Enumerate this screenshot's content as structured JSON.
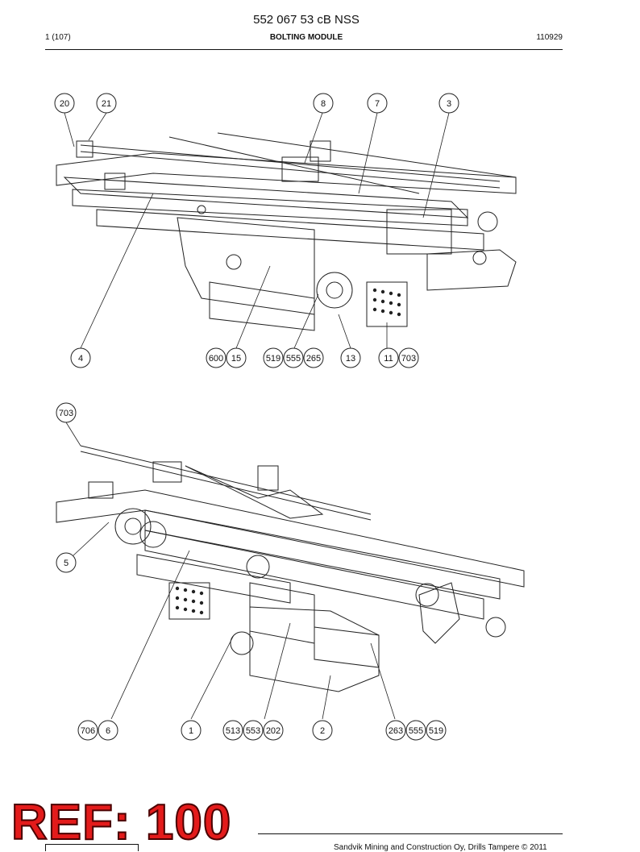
{
  "header": {
    "doc_number": "552 067 53 cB NSS",
    "page_count": "1 (107)",
    "module_title": "BOLTING MODULE",
    "date": "110929"
  },
  "callouts_upper": [
    "20",
    "21",
    "8",
    "7",
    "3",
    "4",
    "600",
    "15",
    "519",
    "555",
    "265",
    "13",
    "11",
    "703"
  ],
  "callouts_lower": [
    "703",
    "5",
    "706",
    "6",
    "1",
    "513",
    "553",
    "202",
    "2",
    "263",
    "555",
    "519"
  ],
  "stamp": {
    "text": "REF: 100",
    "color": "#e31b1b"
  },
  "footer": {
    "copyright": "Sandvik Mining and Construction Oy, Drills Tampere © 2011"
  }
}
